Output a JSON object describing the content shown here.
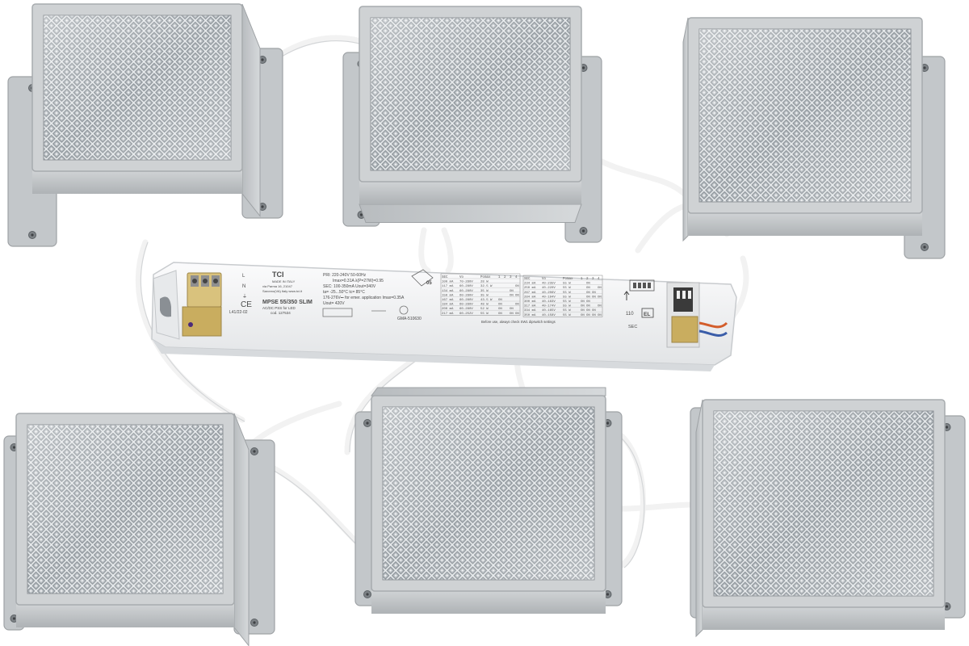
{
  "colors": {
    "background": "#ffffff",
    "housing": "#c9ccce",
    "housing_dark": "#9fa3a6",
    "lens": "#d9dde0",
    "cable": "#f3f3f3",
    "driver_body": "#f4f5f6",
    "terminal": "#c4a866"
  },
  "driver": {
    "brand": "TCI",
    "origin": "MADE IN ITALY",
    "address": "via Parma 16, 21047",
    "website": "Saronno(VA) Italy  www.tci.it",
    "model": "MPSE 55/350 SLIM",
    "subtitle": "AC/DC PSS for LED",
    "code": "cod. 127534",
    "lot": "L41/22-02",
    "pri_line1": "PRI: 220-240V  50-60Hz",
    "pri_line2": "Imax=0.31A  λ(P=27W)=0.95",
    "sec_line": "SEC: 100-350mA  Uout=340V",
    "temp_line": "ta= -25...50°C  tc= 85°C",
    "emer_line": "176-276V⎓ for emer. application Imax=0.35A",
    "uout_line": "Uout= 420V",
    "cert": "GMA-510630",
    "note": "Before use, always check SW1 dipswitch settings",
    "rating": "110",
    "el_mark": "EL",
    "sec_label": "SEC",
    "class_mark": "05",
    "ce_mark": "CE",
    "terminal_labels": [
      "L",
      "N",
      "⏚"
    ],
    "table_left": {
      "headers": [
        "SEC",
        "Vo",
        "Pomax",
        "1",
        "2",
        "3",
        "4"
      ],
      "rows": [
        [
          "100 mA",
          "70-280V",
          "28 W",
          "",
          "",
          "",
          ""
        ],
        [
          "117 mA",
          "60-280V",
          "32.5 W",
          "",
          "",
          "",
          "ON"
        ],
        [
          "134 mA",
          "60-280V",
          "35 W",
          "",
          "",
          "ON",
          ""
        ],
        [
          "150 mA",
          "60-280V",
          "35 W",
          "",
          "",
          "ON",
          "ON"
        ],
        [
          "167 mA",
          "60-280V",
          "43.5 W",
          "ON",
          "",
          "",
          ""
        ],
        [
          "184 mA",
          "60-280V",
          "48 W",
          "ON",
          "",
          "",
          "ON"
        ],
        [
          "200 mA",
          "60-280V",
          "52 W",
          "ON",
          "",
          "ON",
          ""
        ],
        [
          "217 mA",
          "60-252V",
          "55 W",
          "ON",
          "",
          "ON",
          "ON"
        ]
      ]
    },
    "table_right": {
      "headers": [
        "SEC",
        "Vo",
        "Pomax",
        "1",
        "2",
        "3",
        "4"
      ],
      "rows": [
        [
          "234 mA",
          "40-235V",
          "55 W",
          "",
          "ON",
          "",
          ""
        ],
        [
          "250 mA",
          "40-220V",
          "55 W",
          "",
          "ON",
          "",
          "ON"
        ],
        [
          "267 mA",
          "40-206V",
          "55 W",
          "",
          "ON",
          "ON",
          ""
        ],
        [
          "284 mA",
          "40-194V",
          "55 W",
          "",
          "ON",
          "ON",
          "ON"
        ],
        [
          "300 mA",
          "40-183V",
          "55 W",
          "ON",
          "ON",
          "",
          ""
        ],
        [
          "317 mA",
          "40-174V",
          "55 W",
          "ON",
          "ON",
          "",
          "ON"
        ],
        [
          "334 mA",
          "40-165V",
          "55 W",
          "ON",
          "ON",
          "ON",
          ""
        ],
        [
          "350 mA",
          "40-158V",
          "55 W",
          "ON",
          "ON",
          "ON",
          "ON"
        ]
      ]
    }
  },
  "modules": [
    {
      "id": "top-left"
    },
    {
      "id": "top-center"
    },
    {
      "id": "top-right"
    },
    {
      "id": "bottom-left"
    },
    {
      "id": "bottom-center"
    },
    {
      "id": "bottom-right"
    }
  ]
}
